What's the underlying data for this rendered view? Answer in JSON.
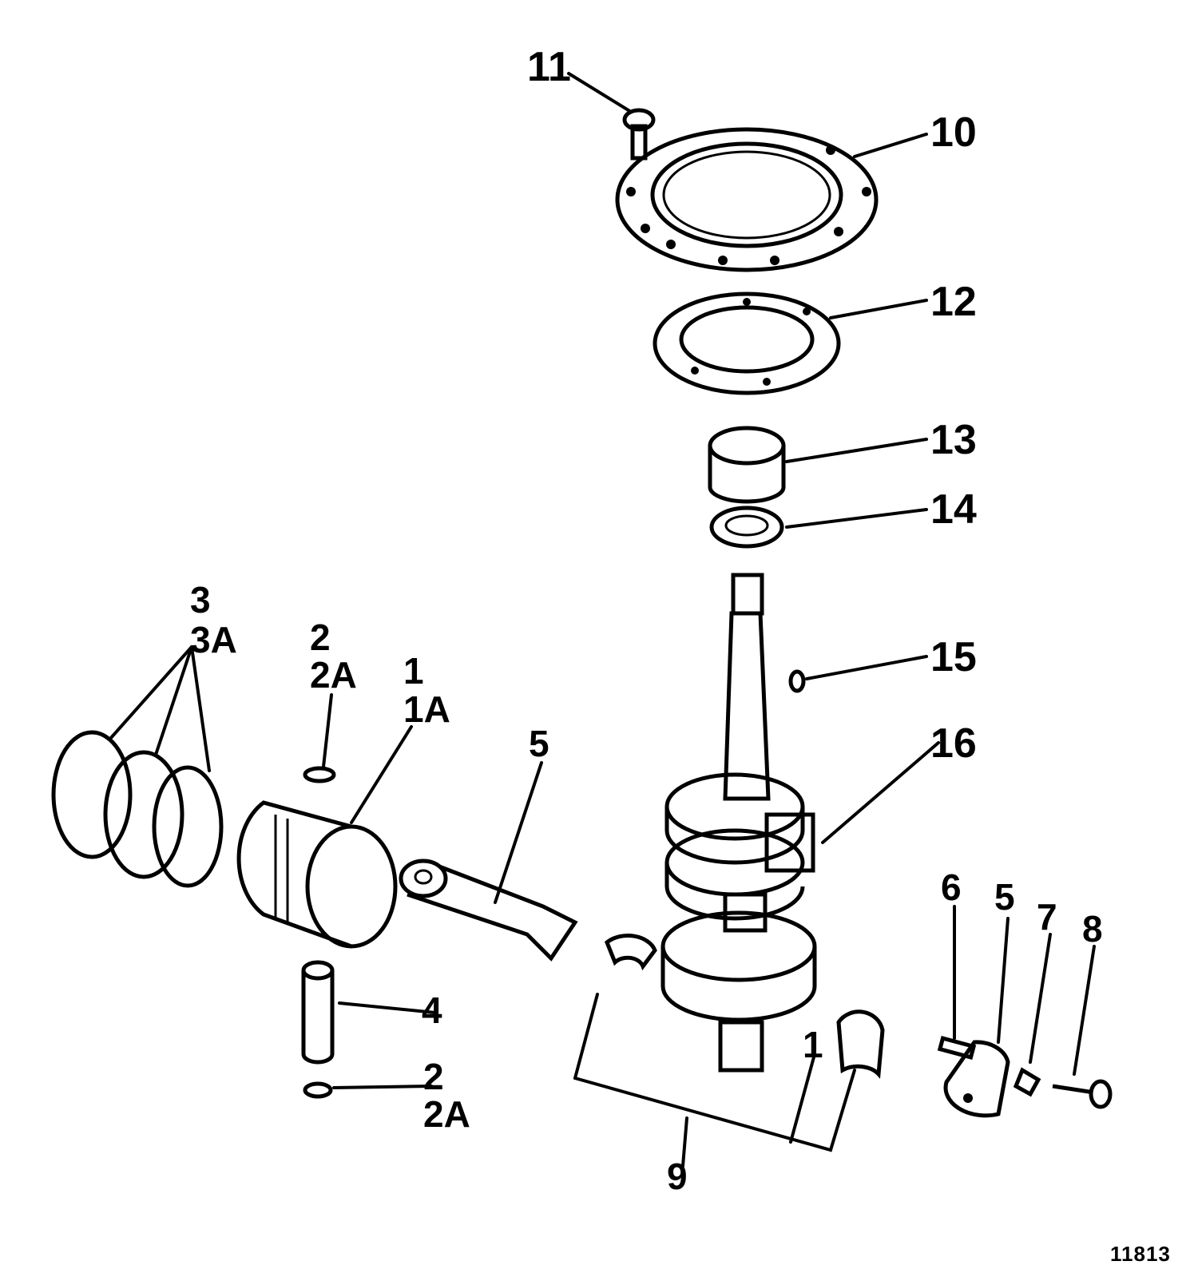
{
  "diagram": {
    "callouts": [
      {
        "id": "c11",
        "text": "11"
      },
      {
        "id": "c10",
        "text": "10"
      },
      {
        "id": "c12",
        "text": "12"
      },
      {
        "id": "c13",
        "text": "13"
      },
      {
        "id": "c14",
        "text": "14"
      },
      {
        "id": "c15",
        "text": "15"
      },
      {
        "id": "c16",
        "text": "16"
      },
      {
        "id": "c3",
        "text": "3"
      },
      {
        "id": "c3a",
        "text": "3A"
      },
      {
        "id": "c2top",
        "text": "2"
      },
      {
        "id": "c2atop",
        "text": "2A"
      },
      {
        "id": "c1top",
        "text": "1"
      },
      {
        "id": "c1atop",
        "text": "1A"
      },
      {
        "id": "c5left",
        "text": "5"
      },
      {
        "id": "c4",
        "text": "4"
      },
      {
        "id": "c2bot",
        "text": "2"
      },
      {
        "id": "c2abot",
        "text": "2A"
      },
      {
        "id": "c9",
        "text": "9"
      },
      {
        "id": "c1bot",
        "text": "1"
      },
      {
        "id": "c6",
        "text": "6"
      },
      {
        "id": "c5right",
        "text": "5"
      },
      {
        "id": "c7",
        "text": "7"
      },
      {
        "id": "c8",
        "text": "8"
      }
    ],
    "figure_number": "11813"
  }
}
